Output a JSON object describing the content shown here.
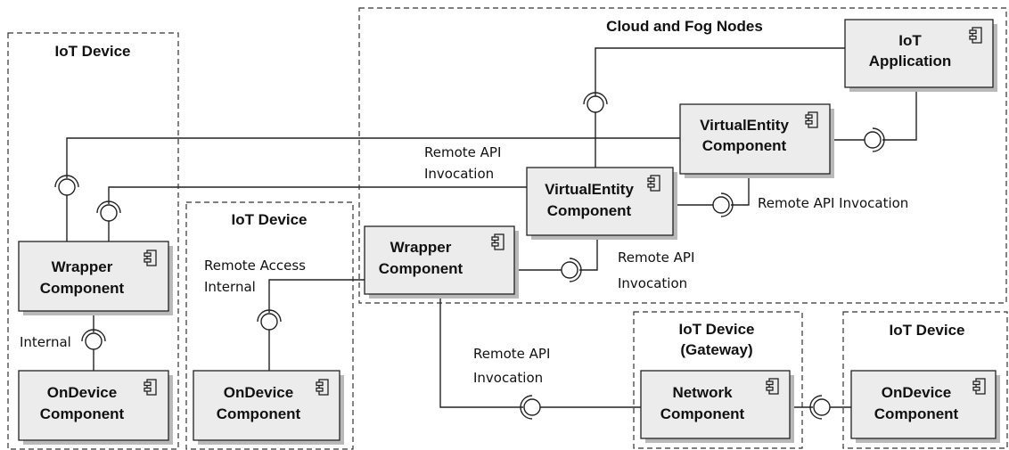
{
  "groups": {
    "device_left": "IoT Device",
    "device_mid": "IoT Device",
    "cloud": "Cloud and Fog Nodes",
    "gateway_line1": "IoT Device",
    "gateway_line2": "(Gateway)",
    "device_right": "IoT Device"
  },
  "components": {
    "iot_app": [
      "IoT",
      "Application"
    ],
    "ve_upper": [
      "VirtualEntity",
      "Component"
    ],
    "ve_lower": [
      "VirtualEntity",
      "Component"
    ],
    "wrapper_cloud": [
      "Wrapper",
      "Component"
    ],
    "wrapper_left": [
      "Wrapper",
      "Component"
    ],
    "ondevice_left": [
      "OnDevice",
      "Component"
    ],
    "ondevice_mid": [
      "OnDevice",
      "Component"
    ],
    "network": [
      "Network",
      "Component"
    ],
    "ondevice_right": [
      "OnDevice",
      "Component"
    ]
  },
  "labels": {
    "remote_api_top": [
      "Remote API",
      "Invocation"
    ],
    "remote_api_right": "Remote API Invocation",
    "remote_api_mid": [
      "Remote API",
      "Invocation"
    ],
    "remote_access": [
      "Remote Access",
      "Internal"
    ],
    "internal": "Internal",
    "remote_api_bottom": [
      "Remote API",
      "Invocation"
    ]
  }
}
